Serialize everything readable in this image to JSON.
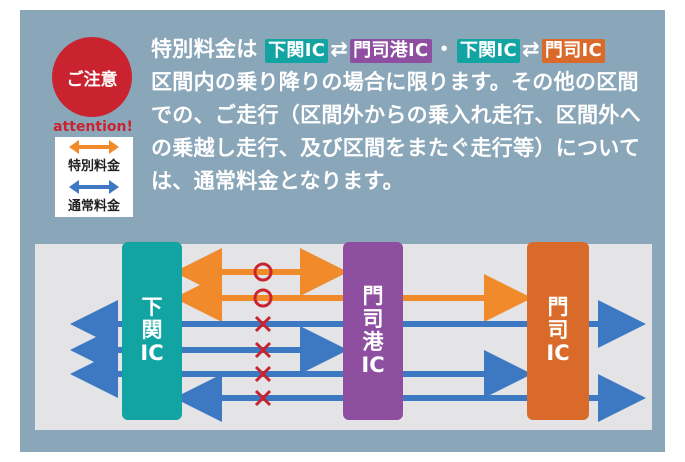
{
  "notice": {
    "badge": "ご注意",
    "attention": "attention!",
    "line1_prefix": "特別料金は",
    "chip_shimonoseki_1": "下関IC",
    "chip_mojiko": "門司港IC",
    "chip_shimonoseki_2": "下関IC",
    "chip_moji": "門司IC",
    "arrow_pair": "⇄",
    "dot": "・",
    "body": "区間内の乗り降りの場合に限ります。その他の区間での、ご走行（区間外からの乗入れ走行、区間外への乗越し走行、及び区間をまたぐ走行等）については、通常料金となります。"
  },
  "legend": {
    "special_label": "特別料金",
    "normal_label": "通常料金"
  },
  "interchanges": {
    "shimonoseki_label": "下\n関\nIC",
    "mojiko_label": "門\n司\n港\nIC",
    "moji_label": "門\n司\nIC"
  },
  "colors": {
    "special": "#f08a2a",
    "normal": "#3d78c2",
    "ok_mark": "#c8232e",
    "ng_mark": "#c8232e",
    "shimonoseki": "#12a4a3",
    "mojiko": "#8e4fa1",
    "moji": "#d96a2a"
  }
}
